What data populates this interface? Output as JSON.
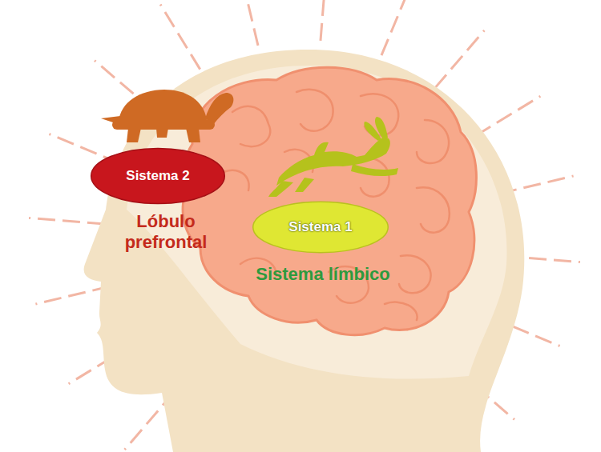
{
  "diagram": {
    "nodes": [
      {
        "text": [
          "Sistema 2",
          "Lóbulo prefrontal"
        ]
      },
      {
        "text": [
          "Sistema 1",
          "Sistema límbico"
        ]
      }
    ]
  }
}
